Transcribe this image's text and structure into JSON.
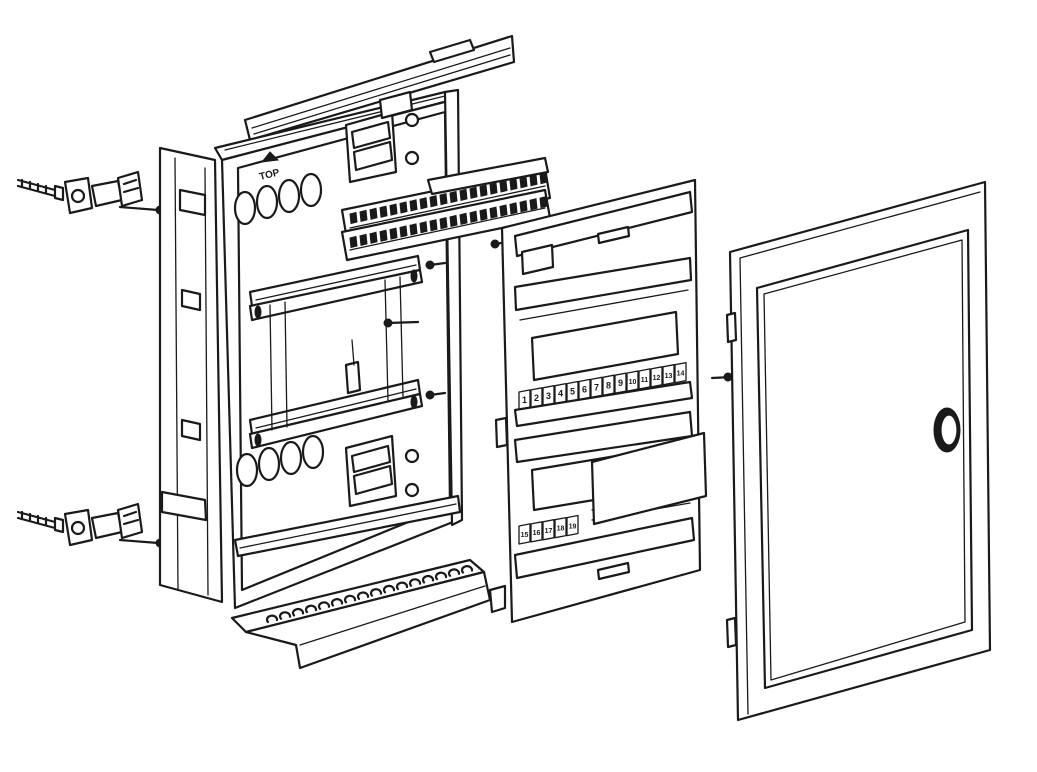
{
  "diagram": {
    "background": "#ffffff",
    "line_color": "#1a1a1a",
    "top_marking": "TOP",
    "circuit_labels_upper": [
      "1",
      "2",
      "3",
      "4",
      "5",
      "6",
      "7",
      "8",
      "9",
      "10",
      "11",
      "12",
      "13",
      "14"
    ],
    "circuit_labels_lower": [
      "15",
      "16",
      "17",
      "18",
      "19"
    ]
  }
}
